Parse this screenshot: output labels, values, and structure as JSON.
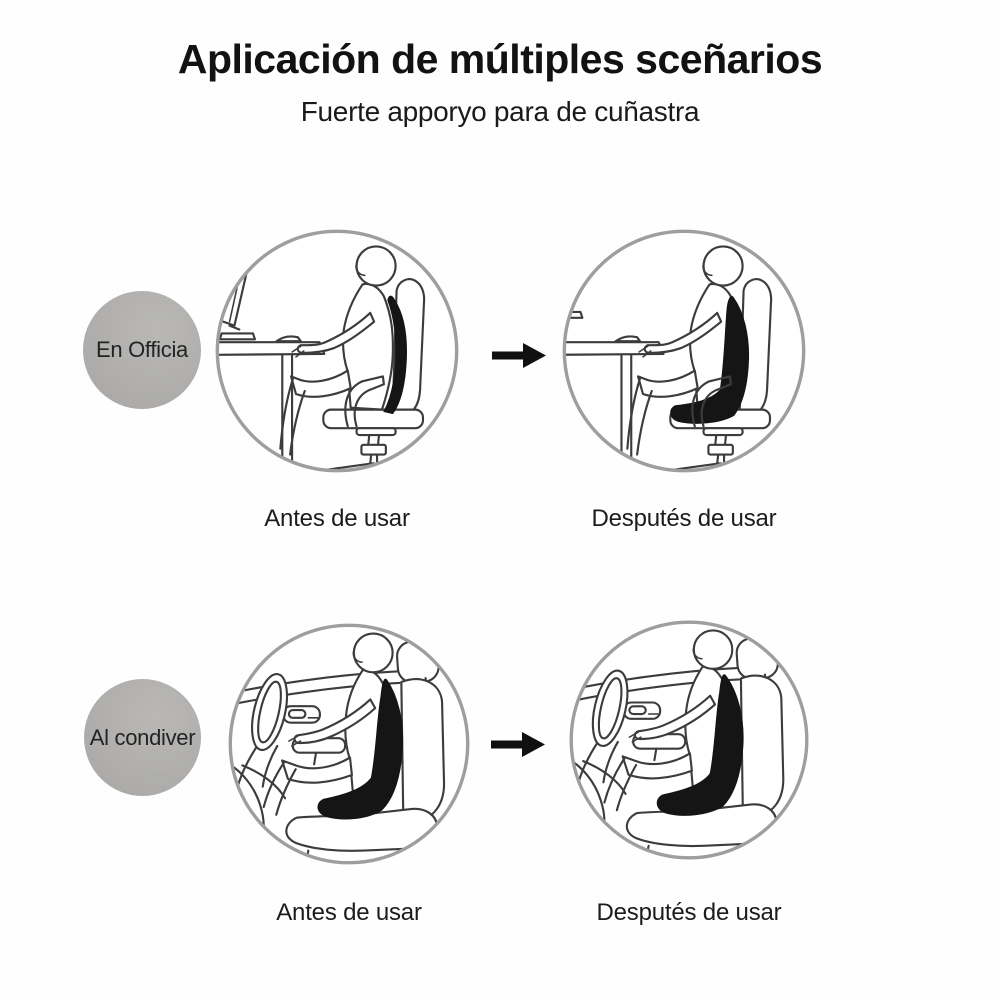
{
  "header": {
    "title": "Aplicación de múltiples sceñarios",
    "subtitle": "Fuerte apporyo para de cuñastra"
  },
  "rows": [
    {
      "badge_label": "En Officia",
      "scene": "office",
      "before_label": "Antes de usar",
      "after_label": "Desputés de usar"
    },
    {
      "badge_label": "Al condiver",
      "scene": "car",
      "before_label": "Antes de usar",
      "after_label": "Desputés de usar"
    }
  ],
  "icons": {
    "arrow_right": "solid black right-pointing arrow between before/after illustrations"
  },
  "illustration_notes": {
    "office": "side view of person seated at a desk with monitor on an office swivel chair, black lumbar cushion on chair",
    "car": "side view of person seated in a car seat with steering wheel and door, black support cushion on seat"
  },
  "colors": {
    "background": "#fefefe",
    "text": "#161616",
    "badge_background": "#b0afad",
    "circle_ring": "#9e9e9e",
    "line_art": "#3c3c3c",
    "cushion_black": "#151515",
    "arrow_black": "#101010"
  }
}
